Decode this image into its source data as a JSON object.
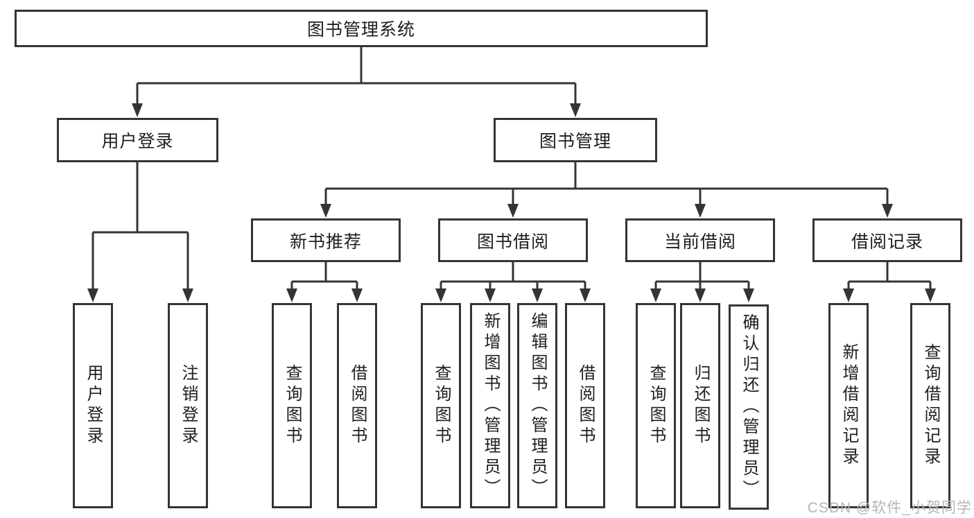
{
  "tree": {
    "label": "图书管理系统",
    "children": [
      {
        "label": "用户登录",
        "children": [
          {
            "label": "用户登录"
          },
          {
            "label": "注销登录"
          }
        ]
      },
      {
        "label": "图书管理",
        "children": [
          {
            "label": "新书推荐",
            "children": [
              {
                "label": "查询图书"
              },
              {
                "label": "借阅图书"
              }
            ]
          },
          {
            "label": "图书借阅",
            "children": [
              {
                "label": "查询图书"
              },
              {
                "label": "新增图书（管理员）"
              },
              {
                "label": "编辑图书（管理员）"
              },
              {
                "label": "借阅图书"
              }
            ]
          },
          {
            "label": "当前借阅",
            "children": [
              {
                "label": "查询图书"
              },
              {
                "label": "归还图书"
              },
              {
                "label": "确认归还（管理员）"
              }
            ]
          },
          {
            "label": "借阅记录",
            "children": [
              {
                "label": "新增借阅记录"
              },
              {
                "label": "查询借阅记录"
              }
            ]
          }
        ]
      }
    ]
  },
  "watermark": "CSDN @软件_小贺同学",
  "colors": {
    "line": "#343434",
    "box_border": "#343434",
    "text": "#1e1e1e",
    "watermark": "#b5b5b5",
    "background": "#ffffff"
  }
}
